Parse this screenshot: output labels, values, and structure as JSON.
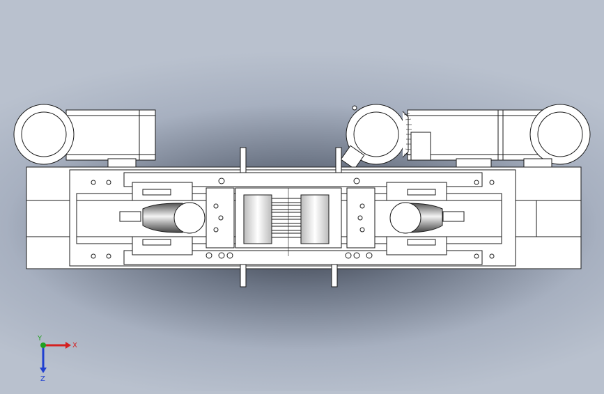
{
  "viewport": {
    "background_top": "#b9c1ce",
    "background_shadow": "#2a2f3a",
    "model_fill": "#ffffff",
    "model_stroke": "#1a1a1a"
  },
  "triad": {
    "x_label": "X",
    "y_label": "Y",
    "z_label": "Z",
    "x_color": "#d42020",
    "y_color": "#20a020",
    "z_color": "#2040d0"
  }
}
